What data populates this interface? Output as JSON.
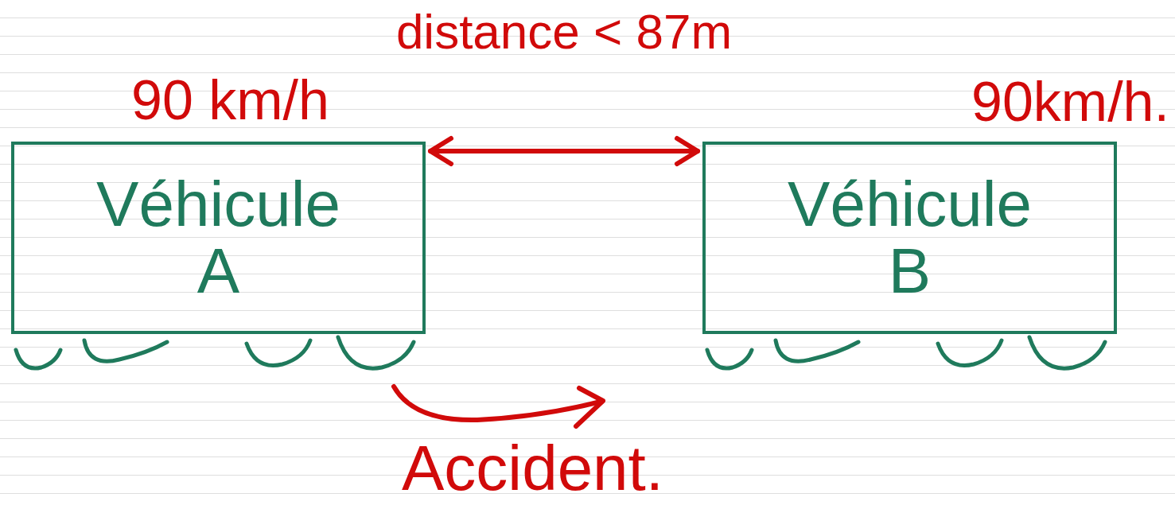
{
  "diagram": {
    "nodes": [
      {
        "text": [
          "Véhicule A"
        ]
      },
      {
        "text": [
          "Véhicule B"
        ]
      }
    ],
    "edges": [
      {
        "from": 0,
        "to": 1,
        "arrow": "both",
        "label": "distance < 87m"
      }
    ],
    "labels": [
      "90 km/h",
      "90km/h.",
      "Accident."
    ]
  }
}
